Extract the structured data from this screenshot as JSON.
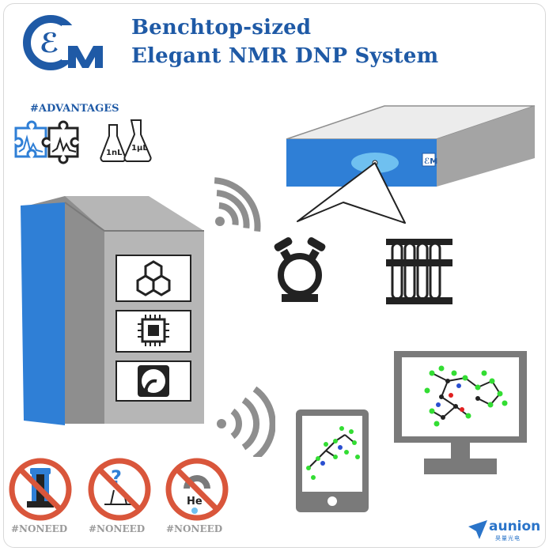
{
  "header": {
    "title_line1": "Benchtop-sized",
    "title_line2": "Elegant NMR DNP System",
    "logo_letters": "EM"
  },
  "advantages": {
    "label": "#ADVANTAGES"
  },
  "sample_labels": {
    "small_volume": "1nL",
    "large_volume": "1µL"
  },
  "noneed": {
    "items": [
      {
        "label": "#NONEED",
        "icon": "cryogen-dewar-icon"
      },
      {
        "label": "#NONEED",
        "icon": "unknown-sample-prep-icon"
      },
      {
        "label": "#NONEED",
        "icon": "helium-magnet-icon"
      }
    ],
    "helium_symbol": "He"
  },
  "brand": {
    "name": "aunion",
    "sub": "昊量光电"
  },
  "colors": {
    "brand_blue": "#1f5aa6",
    "device_blue": "#2f7fd6",
    "device_gray": "#8e8e8e",
    "molecule_green": "#33dd33",
    "no_sign_red": "#d9563b"
  }
}
